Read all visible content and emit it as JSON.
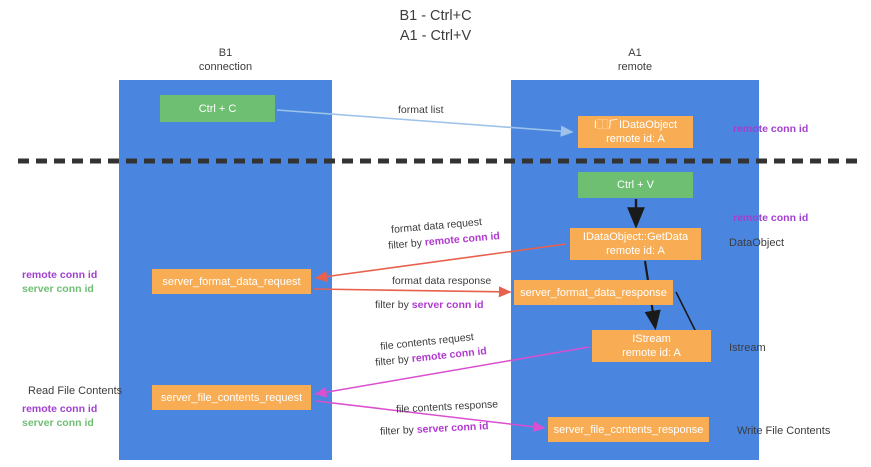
{
  "title": {
    "line1": "B1 - Ctrl+C",
    "line2": "A1 - Ctrl+V"
  },
  "lanes": [
    {
      "id": "b1",
      "head_line1": "B1",
      "head_line2": "connection",
      "color": "#4a86e0"
    },
    {
      "id": "a1",
      "head_line1": "A1",
      "head_line2": "remote",
      "color": "#4a86e0"
    }
  ],
  "nodes": {
    "ctrl_c": {
      "label": "Ctrl + C",
      "color": "#6fbf73"
    },
    "idataobject": {
      "label": "I⿰⺁IDataObject",
      "sub": "remote id: A",
      "color": "#f8ad55"
    },
    "ctrl_v": {
      "label": "Ctrl + V",
      "color": "#6fbf73"
    },
    "getdata": {
      "label": "IDataObject::GetData",
      "sub": "remote id: A",
      "color": "#f8ad55"
    },
    "server_format_data_request": {
      "label": "server_format_data_request",
      "color": "#f8ad55"
    },
    "server_format_data_response": {
      "label": "server_format_data_response",
      "color": "#f8ad55"
    },
    "istream": {
      "label": "IStream",
      "sub": "remote id: A",
      "color": "#f8ad55"
    },
    "server_file_contents_request": {
      "label": "server_file_contents_request",
      "color": "#f8ad55"
    },
    "server_file_contents_response": {
      "label": "server_file_contents_response",
      "color": "#f8ad55"
    }
  },
  "edge_labels": {
    "format_list": "format list",
    "format_data_request": "format data request",
    "format_data_request_filter_prefix": "filter by ",
    "format_data_request_filter_value": "remote conn id",
    "format_data_response": "format data response",
    "format_data_response_filter_prefix": "filter by ",
    "format_data_response_filter_value": "server conn id",
    "file_contents_request": "file contents request",
    "file_contents_request_filter_prefix": "filter by ",
    "file_contents_request_filter_value": "remote conn id",
    "file_contents_response": "file contents response",
    "file_contents_response_filter_prefix": "filter by ",
    "file_contents_response_filter_value": "server conn id"
  },
  "annotations": {
    "right_remote_conn_id_top": "remote conn id",
    "right_remote_conn_id_mid": "remote conn id",
    "dataobject": "DataObject",
    "istream": "Istream",
    "write_file_contents": "Write File Contents",
    "read_file_contents": "Read File Contents",
    "left_remote_conn_id_1": "remote conn id",
    "left_server_conn_id_1": "server conn id",
    "left_remote_conn_id_2": "remote conn id",
    "left_server_conn_id_2": "server conn id"
  },
  "colors": {
    "lane": "#4a86e0",
    "green_node": "#6fbf73",
    "orange_node": "#f8ad55",
    "purple_text": "#a23fd0",
    "green_text": "#6fbf73",
    "red_arrow": "#e8614d",
    "blue_arrow": "#9dc3ea",
    "magenta_arrow": "#d94fd0",
    "divider": "#333333"
  }
}
